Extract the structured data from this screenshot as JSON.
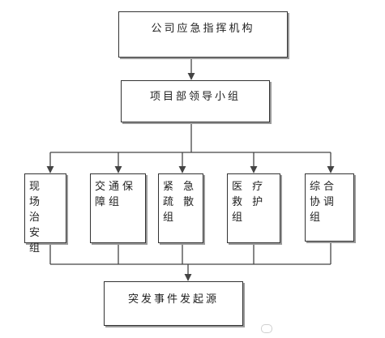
{
  "nodes": {
    "headquarters": "公司应急指挥机构",
    "project_leadership": "项目部领导小组",
    "teams": [
      "现 场 治 安 组",
      "交通保障组",
      "紧 急 疏 散 组",
      "医 疗 救 护组",
      "综合协调组"
    ],
    "event_source": "突发事件发起源"
  },
  "colors": {
    "box_border": "#333333",
    "box_shadow": "#9a9a9a",
    "line": "#444444",
    "text": "#222222"
  },
  "watermark": ""
}
